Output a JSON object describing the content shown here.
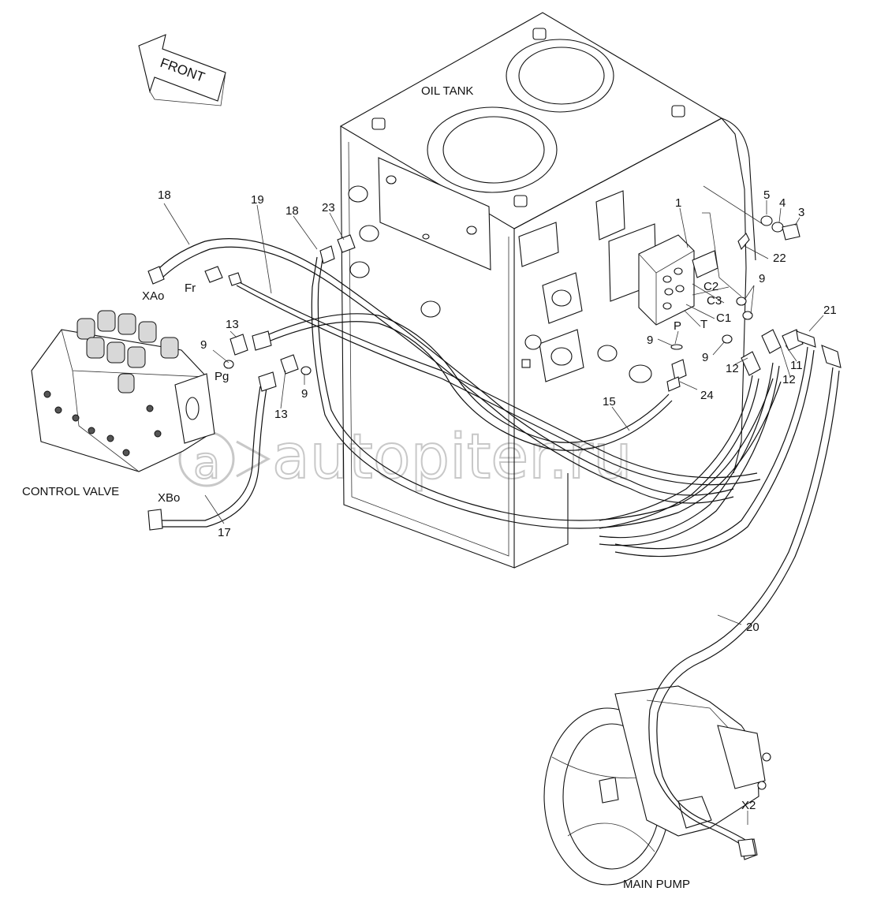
{
  "labels": {
    "front": "FRONT",
    "oil_tank": "OIL TANK",
    "control_valve": "CONTROL VALVE",
    "main_pump": "MAIN PUMP",
    "watermark": "autopiter.ru"
  },
  "ports": {
    "xao": "XAo",
    "xbo": "XBo",
    "fr": "Fr",
    "pg": "Pg",
    "p": "P",
    "t": "T",
    "c1": "C1",
    "c2": "C2",
    "c3": "C3",
    "x2": "X2"
  },
  "callouts": {
    "n1": "1",
    "n3": "3",
    "n4": "4",
    "n5": "5",
    "n9_valve": "9",
    "n9_hose": "9",
    "n9_c3": "9",
    "n9_p": "9",
    "n9_t": "9",
    "n11": "11",
    "n12_left": "12",
    "n12_right": "12",
    "n13_top": "13",
    "n13_bottom": "13",
    "n15": "15",
    "n17": "17",
    "n18_left": "18",
    "n18_right": "18",
    "n19": "19",
    "n20": "20",
    "n21": "21",
    "n22": "22",
    "n23": "23",
    "n24": "24"
  }
}
